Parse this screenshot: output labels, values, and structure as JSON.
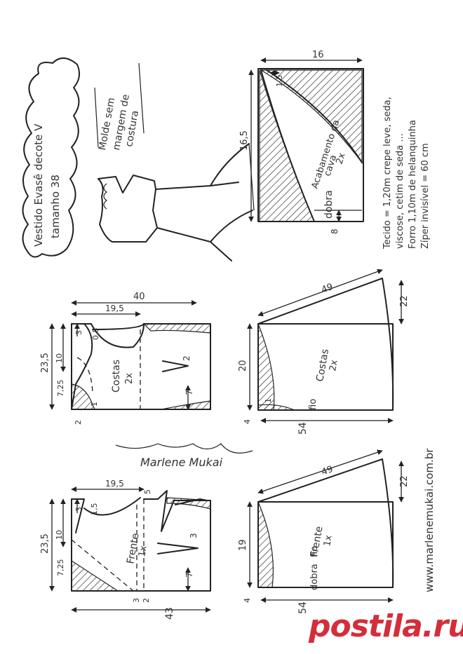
{
  "title": {
    "line1": "Vestido Evasê  decote V",
    "line2": "tamanho 38"
  },
  "note": {
    "line1": "Molde sem",
    "line2": "margem de",
    "line3": "costura"
  },
  "signature": "Marlene Mukai",
  "website": "www.marlenemukai.com.br",
  "materials": [
    "Tecido = 1,20m crepe leve, seda,",
    "viscose, cetim de seda ...",
    "Forro 1,10m de helanquinha",
    "Zíper invisível = 60 cm"
  ],
  "facing": {
    "label_line1": "Acabamento da",
    "label_line2": "cava",
    "qty": "2x",
    "fold": "dobra",
    "m16": "16",
    "m165": "16,5",
    "m15": "1,5",
    "m8": "8"
  },
  "back_bodice": {
    "label": "Costas",
    "qty": "2x",
    "m235": "23,5",
    "m195": "19,5",
    "m40": "40",
    "m3": "3",
    "m05": "0,5",
    "m10": "10",
    "m725": "7,25",
    "m1": "1",
    "m2": "2",
    "m2b": "2",
    "m7": "7"
  },
  "front_bodice": {
    "label": "Frente",
    "qty": "1x",
    "m235": "23,5",
    "m195": "19,5",
    "m3": "3",
    "m15": "1,5",
    "m5": "5",
    "m10": "10",
    "m725": "7,25",
    "m3b": "3",
    "m3c": "3",
    "m7": "7",
    "m43": "43",
    "m2": "2"
  },
  "back_skirt": {
    "label": "Costas",
    "qty": "2x",
    "m49": "49",
    "m22": "22",
    "m20": "20",
    "m54": "54",
    "m4": "4",
    "m1": "1",
    "grain": "fio"
  },
  "front_skirt": {
    "label": "Frente",
    "qty": "1x",
    "m49": "49",
    "m22": "22",
    "m19": "19",
    "m54": "54",
    "m4": "4",
    "fold": "dobra",
    "grain": "fio"
  },
  "watermark": "postila.ru"
}
